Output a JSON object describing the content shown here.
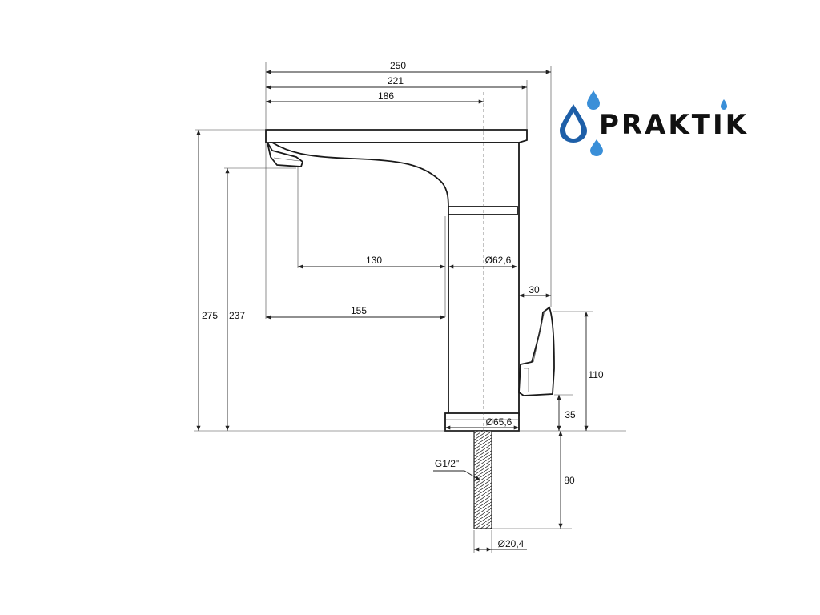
{
  "brand": {
    "name": "PRAKTIK",
    "accent": "#3a8fd8",
    "drop_dark": "#1e5fa8",
    "icon": "water-drops-icon"
  },
  "dimensions": {
    "total_width": "250",
    "top_width": "221",
    "center_offset": "186",
    "spout_reach": "130",
    "body_diameter": "Ø62,6",
    "handle_offset": "30",
    "spout_to_body": "155",
    "total_height": "275",
    "outlet_height": "237",
    "handle_height": "110",
    "handle_base": "35",
    "base_diameter": "Ø65,6",
    "thread": "G1/2\"",
    "shank_length": "80",
    "shank_diameter": "Ø20,4"
  }
}
